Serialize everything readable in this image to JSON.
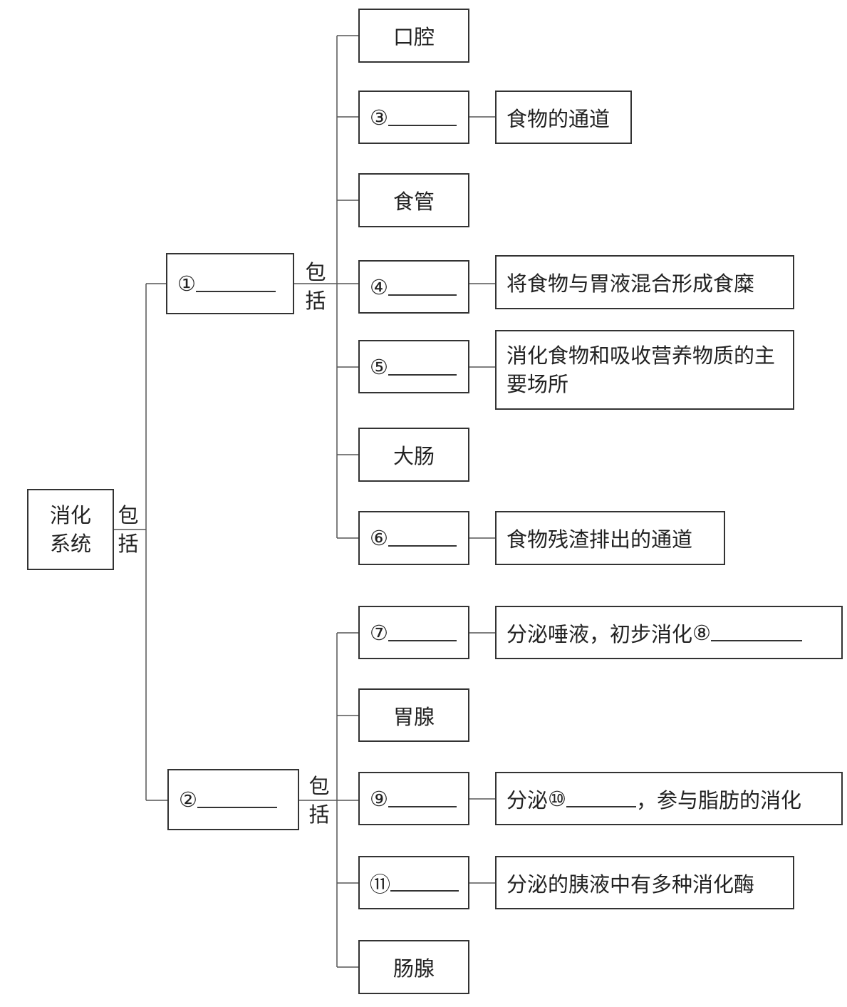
{
  "root": {
    "line1": "消化",
    "line2": "系统"
  },
  "include_label": {
    "char1": "包",
    "char2": "括"
  },
  "level1": [
    {
      "num": "①"
    },
    {
      "num": "②"
    }
  ],
  "canal": [
    {
      "label": "口腔"
    },
    {
      "label": "③",
      "blank": true,
      "desc": "食物的通道"
    },
    {
      "label": "食管"
    },
    {
      "label": "④",
      "blank": true,
      "desc": "将食物与胃液混合形成食糜"
    },
    {
      "label": "⑤",
      "blank": true,
      "desc": "消化食物和吸收营养物质的主要场所"
    },
    {
      "label": "大肠"
    },
    {
      "label": "⑥",
      "blank": true,
      "desc": "食物残渣排出的通道"
    }
  ],
  "glands": [
    {
      "label": "⑦",
      "blank": true,
      "desc_a": "分泌唾液，初步消化",
      "desc_num": "⑧",
      "desc_b": ""
    },
    {
      "label": "胃腺"
    },
    {
      "label": "⑨",
      "blank": true,
      "desc_a": "分泌",
      "desc_num": "⑩",
      "desc_b": "，参与脂肪的消化"
    },
    {
      "label": "⑪",
      "blank": true,
      "desc_a": "分泌的胰液中有多种消化酶",
      "desc_num": "",
      "desc_b": ""
    },
    {
      "label": "肠腺"
    }
  ]
}
